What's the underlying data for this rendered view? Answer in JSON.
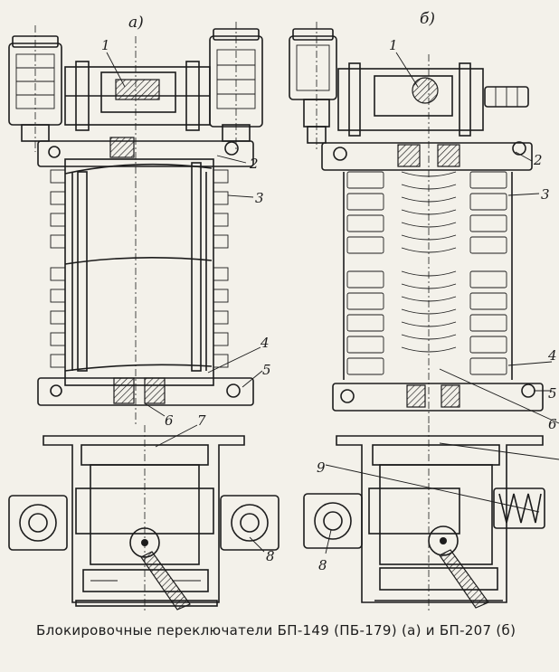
{
  "figure": {
    "caption": "Блокировочные переключатели БП-149 (ПБ-179) (а) и БП-207 (б)",
    "panel_labels": [
      "а)",
      "б)"
    ],
    "callouts_left": [
      "1",
      "2",
      "3",
      "4",
      "5",
      "6",
      "7",
      "8"
    ],
    "callouts_right": [
      "1",
      "2",
      "3",
      "4",
      "5",
      "6",
      "8",
      "9"
    ]
  }
}
